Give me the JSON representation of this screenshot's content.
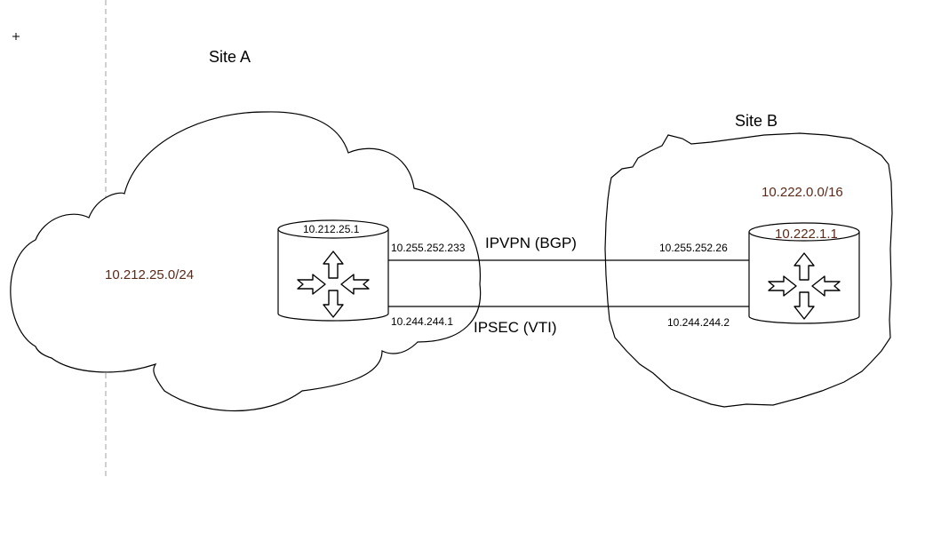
{
  "sites": {
    "a": {
      "label": "Site A",
      "subnet": "10.212.25.0/24"
    },
    "b": {
      "label": "Site B",
      "subnet": "10.222.0.0/16"
    }
  },
  "routers": {
    "a": {
      "address": "10.212.25.1"
    },
    "b": {
      "address": "10.222.1.1"
    }
  },
  "links": {
    "ipvpn": {
      "label": "IPVPN (BGP)",
      "a_ip": "10.255.252.233",
      "b_ip": "10.255.252.26"
    },
    "ipsec": {
      "label": "IPSEC (VTI)",
      "a_ip": "10.244.244.1",
      "b_ip": "10.244.244.2"
    }
  },
  "colors": {
    "subnet_text": "#5a2a1a",
    "line": "#000000",
    "guide": "#a0a0a0"
  },
  "icons": {
    "router": "router-icon",
    "cursor": "crosshair-icon"
  }
}
